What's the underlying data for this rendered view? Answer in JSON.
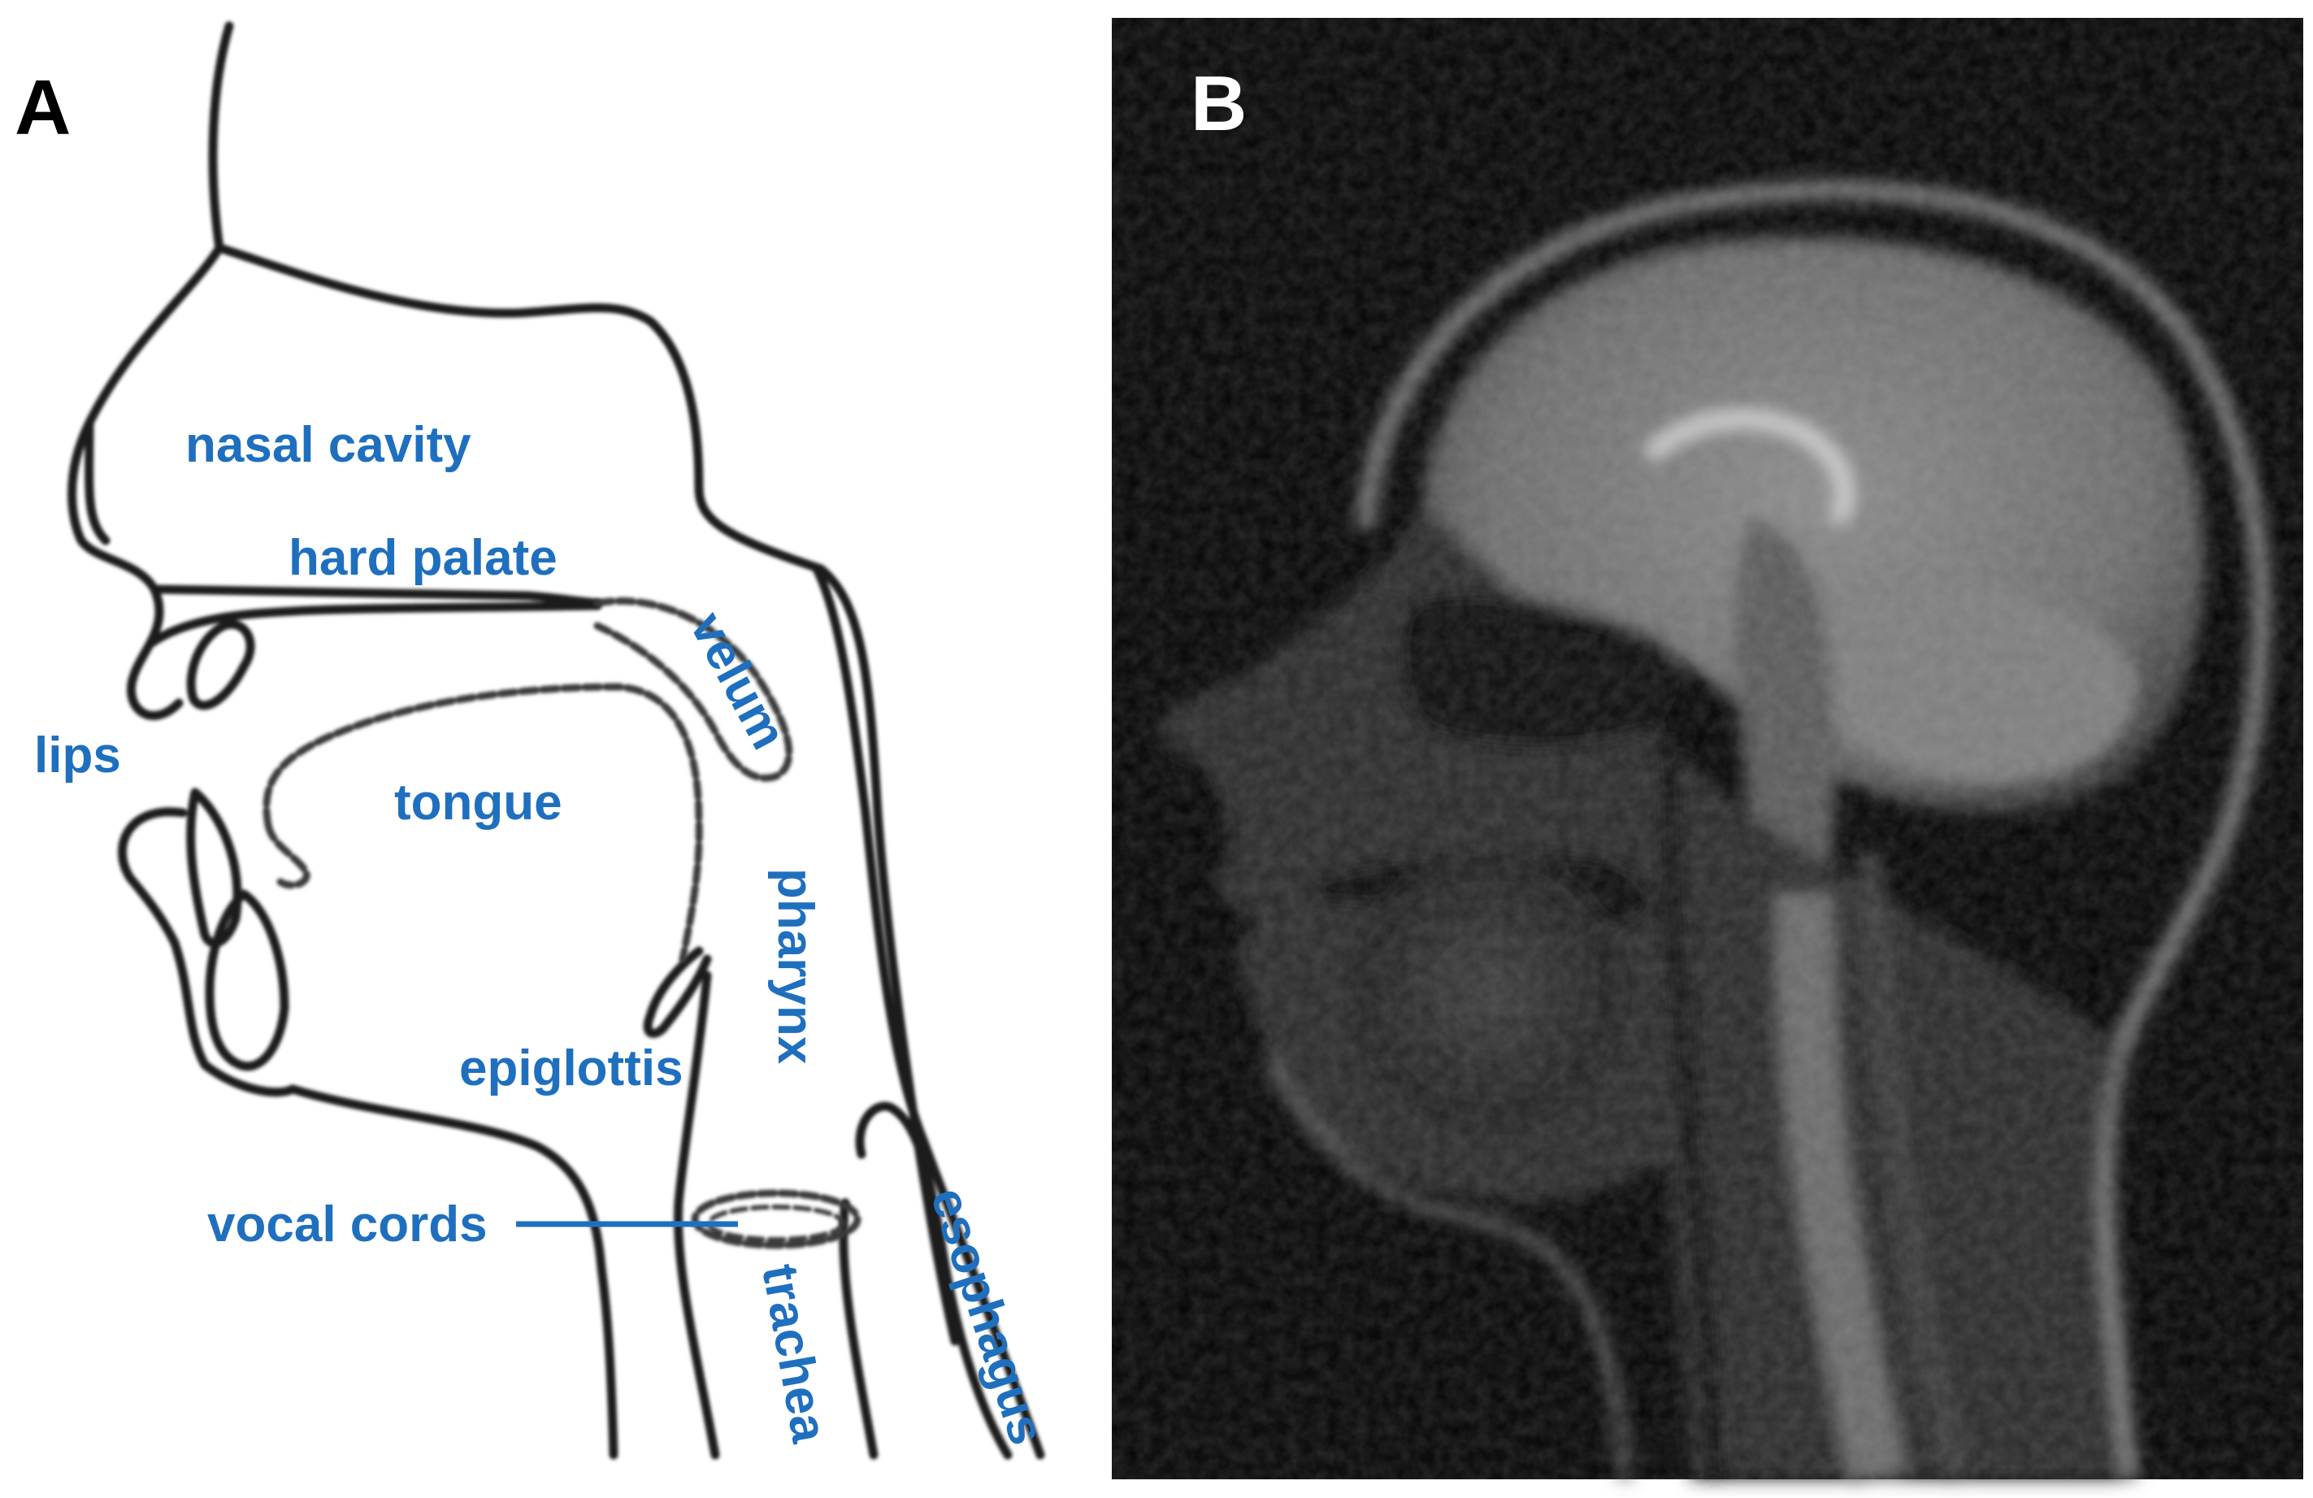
{
  "panels": {
    "a": {
      "letter": "A"
    },
    "b": {
      "letter": "B"
    }
  },
  "labels": {
    "nasal_cavity": "nasal cavity",
    "hard_palate": "hard palate",
    "velum": "velum",
    "lips": "lips",
    "tongue": "tongue",
    "pharynx": "pharynx",
    "epiglottis": "epiglottis",
    "vocal_cords": "vocal cords",
    "trachea": "trachea",
    "esophagus": "esophagus"
  },
  "colors": {
    "label": "#1f6fbf",
    "outline": "#1e1e1e",
    "mri_background": "#050505"
  }
}
